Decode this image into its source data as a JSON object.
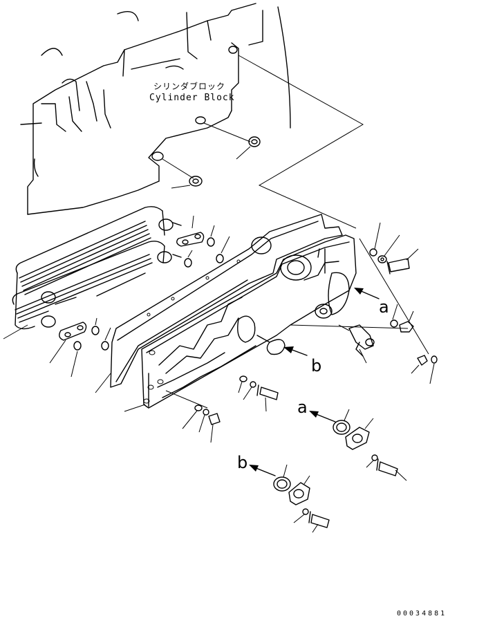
{
  "labels": {
    "cylinder_block_jp": "シリンダブロック",
    "cylinder_block_en": "Cylinder Block",
    "arrow_a_1": "a",
    "arrow_a_2": "a",
    "arrow_b_1": "b",
    "arrow_b_2": "b",
    "drawing_number": "00034881"
  }
}
